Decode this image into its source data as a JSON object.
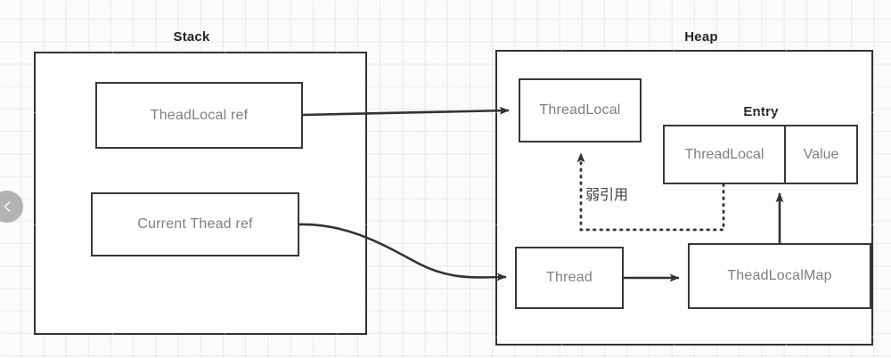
{
  "diagram": {
    "regions": [
      {
        "id": "stack",
        "title": "Stack"
      },
      {
        "id": "heap",
        "title": "Heap"
      }
    ],
    "nodes": [
      {
        "id": "threadlocal-ref",
        "label": "TheadLocal ref"
      },
      {
        "id": "current-thread-ref",
        "label": "Current Thead ref"
      },
      {
        "id": "threadlocal",
        "label": "ThreadLocal"
      },
      {
        "id": "thread",
        "label": "Thread"
      },
      {
        "id": "threadlocalmap",
        "label": "TheadLocalMap"
      }
    ],
    "entry": {
      "title": "Entry",
      "key_label": "ThreadLocal",
      "value_label": "Value"
    },
    "edges": [
      {
        "id": "ref-to-threadlocal",
        "from": "threadlocal-ref",
        "to": "threadlocal",
        "style": "solid",
        "label": ""
      },
      {
        "id": "currentthread-to-thread",
        "from": "current-thread-ref",
        "to": "thread",
        "style": "solid-curved",
        "label": ""
      },
      {
        "id": "thread-to-map",
        "from": "thread",
        "to": "threadlocalmap",
        "style": "solid",
        "label": ""
      },
      {
        "id": "map-to-entry",
        "from": "threadlocalmap",
        "to": "entry",
        "style": "solid",
        "label": ""
      },
      {
        "id": "entry-key-to-threadlocal",
        "from": "entry.key",
        "to": "threadlocal",
        "style": "dotted",
        "label": "弱引用"
      }
    ],
    "nav": {
      "prev_icon": "chevron-left-icon"
    },
    "colors": {
      "stroke": "#33383d",
      "node_text": "#7b7f85",
      "title_text": "#22262a",
      "grid": "#e8e8e8",
      "background": "#fbfbfb"
    }
  }
}
